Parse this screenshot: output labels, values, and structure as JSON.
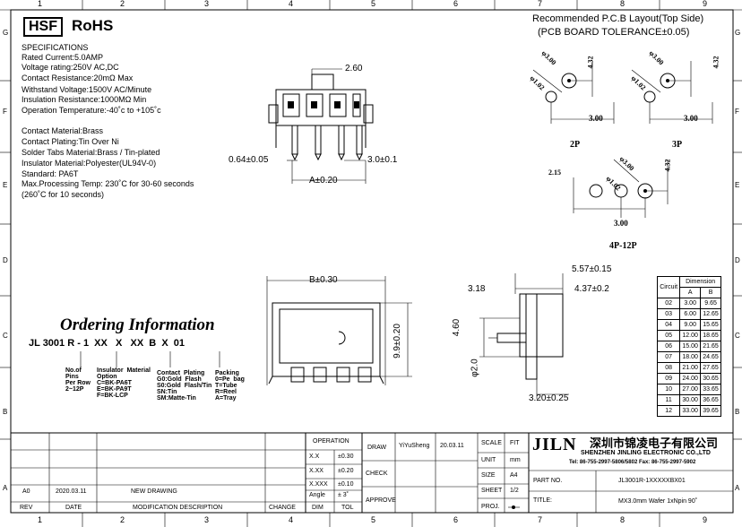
{
  "border": {
    "columns": [
      "1",
      "2",
      "3",
      "4",
      "5",
      "6",
      "7",
      "8",
      "9"
    ],
    "rows": [
      "G",
      "F",
      "E",
      "D",
      "C",
      "B",
      "A"
    ]
  },
  "header": {
    "brand": "HSF",
    "rohs": "RoHS"
  },
  "specs": {
    "title": "SPECIFICATIONS",
    "lines": [
      "Rated  Current:5.0AMP",
      "Voltage rating:250V AC,DC",
      "Contact Resistance:20mΩ Max",
      "Withstand Voltage:1500V AC/Minute",
      "Insulation Resistance:1000MΩ Min",
      "Operation Temperature:-40˚c to +105˚c"
    ],
    "material_lines": [
      "Contact Material:Brass",
      "Contact Plating:Tin Over Ni",
      "Solder Tabs Material:Brass / Tin-plated",
      "Insulator Material:Polyester(UL94V-0)",
      "Standard:                    PA6T",
      "Max.Processing Temp: 230˚C for 30-60 seconds",
      "                             (260˚C for 10 seconds)"
    ]
  },
  "pcb": {
    "title": "Recommended  P.C.B Layout(Top Side)",
    "subtitle": "(PCB  BOARD  TOLERANCE±0.05)",
    "labels": [
      "2P",
      "3P",
      "4P-12P"
    ],
    "dims": {
      "d1": "φ3.00",
      "d2": "φ1.02",
      "h": "4.32",
      "pitch": "3.00",
      "offset": "2.15"
    }
  },
  "drawing_dims": {
    "top_260": "2.60",
    "pin": "0.64±0.05",
    "pitch": "3.0±0.1",
    "a": "A±0.20",
    "b": "B±0.30",
    "h": "9.9±0.20",
    "s1": "5.57±0.15",
    "s2": "3.18",
    "s3": "4.37±0.2",
    "s4": "4.60",
    "s5": "φ2.0",
    "s6": "3.20±0.25"
  },
  "ordering": {
    "title": "Ordering Information",
    "code": "JL 3001 R - 1  XX   X   XX  B  X  01",
    "labels": [
      "No.of\nPins\nPer Row\n2~12P",
      "Insulator  Material\nOption\nC=BK-PA6T\nE=BK-PA9T\nF=BK-LCP",
      "Contact  Plating\nG0:Gold  Flash\nS0:Gold  Flash/Tin\nSN:Tin\nSM:Matte-Tin",
      "Packing\n0=Pe  bag\nT=Tube\nR=Reel\nA=Tray"
    ]
  },
  "dimension_table": {
    "header_circuit": "Circuit",
    "header_dimension": "Dimension",
    "col_a": "A",
    "col_b": "B",
    "rows": [
      [
        "02",
        "3.00",
        "9.65"
      ],
      [
        "03",
        "6.00",
        "12.65"
      ],
      [
        "04",
        "9.00",
        "15.65"
      ],
      [
        "05",
        "12.00",
        "18.65"
      ],
      [
        "06",
        "15.00",
        "21.65"
      ],
      [
        "07",
        "18.00",
        "24.65"
      ],
      [
        "08",
        "21.00",
        "27.65"
      ],
      [
        "09",
        "24.00",
        "30.65"
      ],
      [
        "10",
        "27.00",
        "33.65"
      ],
      [
        "11",
        "30.00",
        "36.65"
      ],
      [
        "12",
        "33.00",
        "39.65"
      ]
    ]
  },
  "title_block": {
    "operation": "OPERATION",
    "tol": [
      [
        "X.X",
        "±0.30"
      ],
      [
        "X.XX",
        "±0.20"
      ],
      [
        "X.XXX",
        "±0.10"
      ],
      [
        "Angle",
        "± 3˚"
      ]
    ],
    "dim": "DIM",
    "tol_label": "TOL",
    "draw": "DRAW",
    "drawer": "YiYuSheng",
    "date": "20.03.11",
    "check": "CHECK",
    "approve": "APPROVE",
    "scale": "SCALE",
    "scale_val": "FIT",
    "unit": "UNIT",
    "unit_val": "mm",
    "size": "SIZE",
    "size_val": "A4",
    "sheet": "SHEET",
    "sheet_val": "1/2",
    "proj": "PROJ.",
    "company_logo": "JILN",
    "company_cn": "深圳市锦凌电子有限公司",
    "company_en": "SHENZHEN JINLING ELECTRONIC CO.,LTD",
    "company_tel": "Tel: 86-755-2997-5806/5802   Fax: 86-755-2997-5902",
    "part_no_label": "PART NO.",
    "part_no": "JL3001R-1XXXXXBX01",
    "title_label": "TITLE:",
    "title": "MX3.0mm  Wafer  1xNpin  90˚",
    "rev_row": [
      "A0",
      "2020.03.11",
      "NEW  DRAWING"
    ],
    "headers": [
      "REV",
      "DATE",
      "MODIFICATION  DESCRIPTION",
      "CHANGE"
    ]
  }
}
